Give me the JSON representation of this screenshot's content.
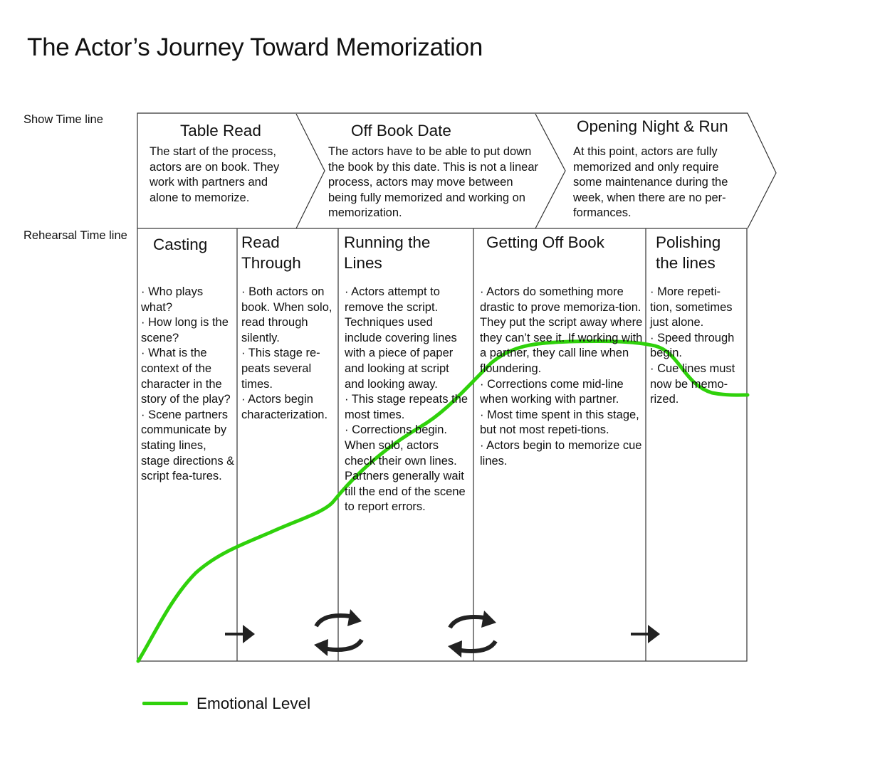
{
  "title": "The Actor’s Journey Toward Memorization",
  "rows": {
    "show": "Show Time line",
    "rehearsal": "Rehearsal Time line"
  },
  "show_timeline": [
    {
      "heading": "Table Read",
      "text": "The start of the process, actors are on book. They work with partners and alone to memorize."
    },
    {
      "heading": "Off Book Date",
      "text": "The actors have to be able to put down the book by this date. This is not a linear process, actors may move between being fully memorized and working on memorization."
    },
    {
      "heading": "Opening Night & Run",
      "text": "At this point, actors are fully memorized and only require some maintenance during the week, when there are no per-formances."
    }
  ],
  "stages": [
    {
      "heading": "Casting",
      "bullets": [
        "· Who plays what?",
        "· How long is the scene?",
        "· What is the context of the character in the story of the play?",
        "· Scene partners communicate by stating lines, stage directions & script fea-tures."
      ]
    },
    {
      "heading": "Read Through",
      "bullets": [
        "· Both actors on book. When solo, read through silently.",
        "· This stage re-peats several times.",
        "· Actors begin characterization."
      ]
    },
    {
      "heading": "Running the Lines",
      "bullets": [
        "· Actors attempt to remove the script. Techniques used include covering lines with a piece of paper and looking at script and looking away.",
        "· This stage repeats the most times.",
        "· Corrections begin. When solo, actors check their own lines. Partners generally wait till the end of the scene to report errors."
      ]
    },
    {
      "heading": "Getting Off Book",
      "bullets": [
        "· Actors do something more drastic to prove memoriza-tion. They put the script away where they can’t see it. If working with a partner, they call line when floundering.",
        "· Corrections come mid-line when working with partner.",
        "· Most time spent in this stage, but not most repeti-tions.",
        "· Actors begin to memorize cue lines."
      ]
    },
    {
      "heading": "Polishing the lines",
      "bullets": [
        "· More repeti-tion, sometimes just alone.",
        "· Speed through begin.",
        "· Cue lines must now be memo-rized."
      ]
    }
  ],
  "transitions": [
    "arrow-right-icon",
    "cycle-icon",
    "cycle-icon",
    "arrow-right-icon"
  ],
  "legend": {
    "label": "Emotional Level",
    "color": "#2fd10b"
  },
  "colors": {
    "line": "#2fd10b",
    "border": "#333333",
    "arrow": "#222222"
  }
}
